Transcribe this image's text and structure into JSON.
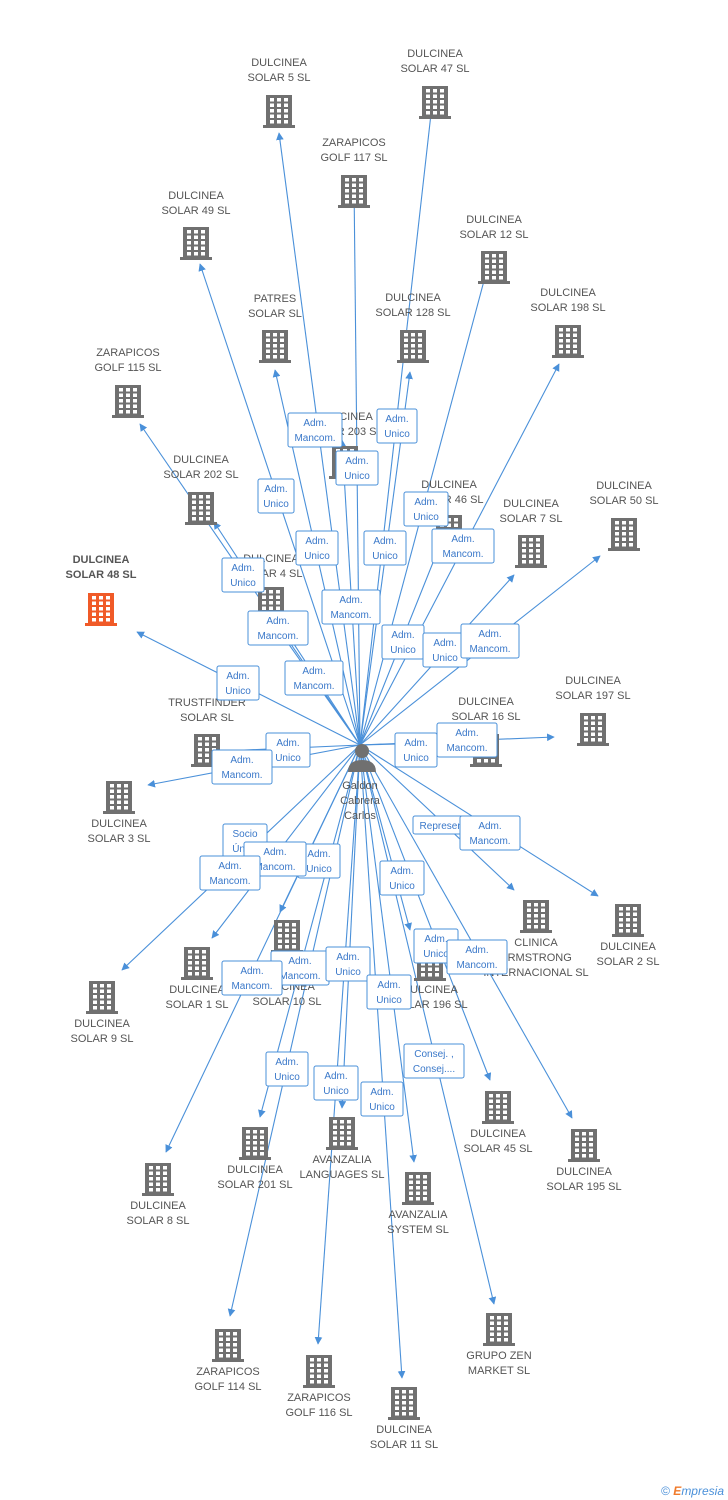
{
  "colors": {
    "edge": "#4a90d9",
    "building": "#707070",
    "focus": "#f05a28",
    "person": "#707070"
  },
  "center": {
    "name_lines": [
      "Galdon",
      "Cabrera",
      "Carlos"
    ]
  },
  "companies": [
    {
      "id": "c1",
      "lines": [
        "DULCINEA",
        "SOLAR 5 SL"
      ],
      "focus": false
    },
    {
      "id": "c2",
      "lines": [
        "DULCINEA",
        "SOLAR 47 SL"
      ],
      "focus": false
    },
    {
      "id": "c3",
      "lines": [
        "ZARAPICOS",
        "GOLF 117 SL"
      ],
      "focus": false
    },
    {
      "id": "c4",
      "lines": [
        "DULCINEA",
        "SOLAR 49 SL"
      ],
      "focus": false
    },
    {
      "id": "c5",
      "lines": [
        "DULCINEA",
        "SOLAR 12 SL"
      ],
      "focus": false
    },
    {
      "id": "c6",
      "lines": [
        "PATRES",
        "SOLAR SL"
      ],
      "focus": false
    },
    {
      "id": "c7",
      "lines": [
        "DULCINEA",
        "SOLAR 128 SL"
      ],
      "focus": false
    },
    {
      "id": "c8",
      "lines": [
        "DULCINEA",
        "SOLAR 198 SL"
      ],
      "focus": false
    },
    {
      "id": "c9",
      "lines": [
        "ZARAPICOS",
        "GOLF 115 SL"
      ],
      "focus": false
    },
    {
      "id": "c10",
      "lines": [
        "DULCINEA",
        "SOLAR 203 SL"
      ],
      "focus": false
    },
    {
      "id": "c11",
      "lines": [
        "DULCINEA",
        "SOLAR 202 SL"
      ],
      "focus": false
    },
    {
      "id": "c12",
      "lines": [
        "DULCINEA",
        "SOLAR 46 SL"
      ],
      "focus": false
    },
    {
      "id": "c13",
      "lines": [
        "DULCINEA",
        "SOLAR 7 SL"
      ],
      "focus": false
    },
    {
      "id": "c14",
      "lines": [
        "DULCINEA",
        "SOLAR 50 SL"
      ],
      "focus": false
    },
    {
      "id": "c15",
      "lines": [
        "DULCINEA",
        "SOLAR 48 SL"
      ],
      "focus": true
    },
    {
      "id": "c16",
      "lines": [
        "DULCINEA",
        "SOLAR 4 SL"
      ],
      "focus": false
    },
    {
      "id": "c17",
      "lines": [
        "DULCINEA",
        "SOLAR 197 SL"
      ],
      "focus": false
    },
    {
      "id": "c18",
      "lines": [
        "TRUSTFINDER",
        "SOLAR SL"
      ],
      "focus": false
    },
    {
      "id": "c19",
      "lines": [
        "DULCINEA",
        "SOLAR 16 SL"
      ],
      "focus": false
    },
    {
      "id": "c20",
      "lines": [
        "DULCINEA",
        "SOLAR 3 SL"
      ],
      "focus": false
    },
    {
      "id": "c21",
      "lines": [
        "CLINICA",
        "ARMSTRONG",
        "INTERNACIONAL SL"
      ],
      "focus": false
    },
    {
      "id": "c22",
      "lines": [
        "DULCINEA",
        "SOLAR 2 SL"
      ],
      "focus": false
    },
    {
      "id": "c23",
      "lines": [
        "DULCINEA",
        "SOLAR 1 SL"
      ],
      "focus": false
    },
    {
      "id": "c24",
      "lines": [
        "DULCINEA",
        "SOLAR 10 SL"
      ],
      "focus": false
    },
    {
      "id": "c25",
      "lines": [
        "DULCINEA",
        "SOLAR 196 SL"
      ],
      "focus": false
    },
    {
      "id": "c26",
      "lines": [
        "DULCINEA",
        "SOLAR 9 SL"
      ],
      "focus": false
    },
    {
      "id": "c27",
      "lines": [
        "DULCINEA",
        "SOLAR 45 SL"
      ],
      "focus": false
    },
    {
      "id": "c28",
      "lines": [
        "DULCINEA",
        "SOLAR 201 SL"
      ],
      "focus": false
    },
    {
      "id": "c29",
      "lines": [
        "AVANZALIA",
        "LANGUAGES SL"
      ],
      "focus": false
    },
    {
      "id": "c30",
      "lines": [
        "DULCINEA",
        "SOLAR 195 SL"
      ],
      "focus": false
    },
    {
      "id": "c31",
      "lines": [
        "DULCINEA",
        "SOLAR 8 SL"
      ],
      "focus": false
    },
    {
      "id": "c32",
      "lines": [
        "AVANZALIA",
        "SYSTEM SL"
      ],
      "focus": false
    },
    {
      "id": "c33",
      "lines": [
        "ZARAPICOS",
        "GOLF 114 SL"
      ],
      "focus": false
    },
    {
      "id": "c34",
      "lines": [
        "GRUPO ZEN",
        "MARKET  SL"
      ],
      "focus": false
    },
    {
      "id": "c35",
      "lines": [
        "ZARAPICOS",
        "GOLF 116 SL"
      ],
      "focus": false
    },
    {
      "id": "c36",
      "lines": [
        "DULCINEA",
        "SOLAR 11 SL"
      ],
      "focus": false
    }
  ],
  "relations": [
    {
      "lines": [
        "Adm.",
        "Mancom."
      ]
    },
    {
      "lines": [
        "Adm.",
        "Unico"
      ]
    },
    {
      "lines": [
        "Adm.",
        "Unico"
      ]
    },
    {
      "lines": [
        "Adm.",
        "Unico"
      ]
    },
    {
      "lines": [
        "Adm.",
        "Unico"
      ]
    },
    {
      "lines": [
        "Adm.",
        "Unico"
      ]
    },
    {
      "lines": [
        "Adm.",
        "Unico"
      ]
    },
    {
      "lines": [
        "Adm.",
        "Unico"
      ]
    },
    {
      "lines": [
        "Adm.",
        "Mancom."
      ]
    },
    {
      "lines": [
        "Adm.",
        "Mancom."
      ]
    },
    {
      "lines": [
        "Adm.",
        "Mancom."
      ]
    },
    {
      "lines": [
        "Adm.",
        "Unico"
      ]
    },
    {
      "lines": [
        "Adm.",
        "Unico"
      ]
    },
    {
      "lines": [
        "Adm.",
        "Mancom."
      ]
    },
    {
      "lines": [
        "Adm.",
        "Unico"
      ]
    },
    {
      "lines": [
        "Adm.",
        "Mancom."
      ]
    },
    {
      "lines": [
        "Adm.",
        "Unico"
      ]
    },
    {
      "lines": [
        "Adm.",
        "Unico"
      ]
    },
    {
      "lines": [
        "Adm.",
        "Mancom."
      ]
    },
    {
      "lines": [
        "Adm.",
        "Mancom."
      ]
    },
    {
      "lines": [
        "Socio",
        "Único"
      ]
    },
    {
      "lines": [
        "Adm.",
        "Unico"
      ]
    },
    {
      "lines": [
        "Adm.",
        "Mancom."
      ]
    },
    {
      "lines": [
        "Adm.",
        "Mancom."
      ]
    },
    {
      "lines": [
        "Represent."
      ]
    },
    {
      "lines": [
        "Adm.",
        "Mancom."
      ]
    },
    {
      "lines": [
        "Adm.",
        "Unico"
      ]
    },
    {
      "lines": [
        "Adm.",
        "Unico"
      ]
    },
    {
      "lines": [
        "Adm.",
        "Mancom."
      ]
    },
    {
      "lines": [
        "Adm.",
        "Mancom."
      ]
    },
    {
      "lines": [
        "Adm.",
        "Unico"
      ]
    },
    {
      "lines": [
        "Adm.",
        "Mancom."
      ]
    },
    {
      "lines": [
        "Adm.",
        "Unico"
      ]
    },
    {
      "lines": [
        "Adm.",
        "Unico"
      ]
    },
    {
      "lines": [
        "Consej. ,",
        "Consej...."
      ]
    },
    {
      "lines": [
        "Adm.",
        "Unico"
      ]
    },
    {
      "lines": [
        "Adm.",
        "Unico"
      ]
    },
    {
      "lines": [
        "Adm.",
        "Unico"
      ]
    }
  ],
  "footer": {
    "copyright": "©",
    "brand_first": "E",
    "brand_rest": "mpresia"
  }
}
